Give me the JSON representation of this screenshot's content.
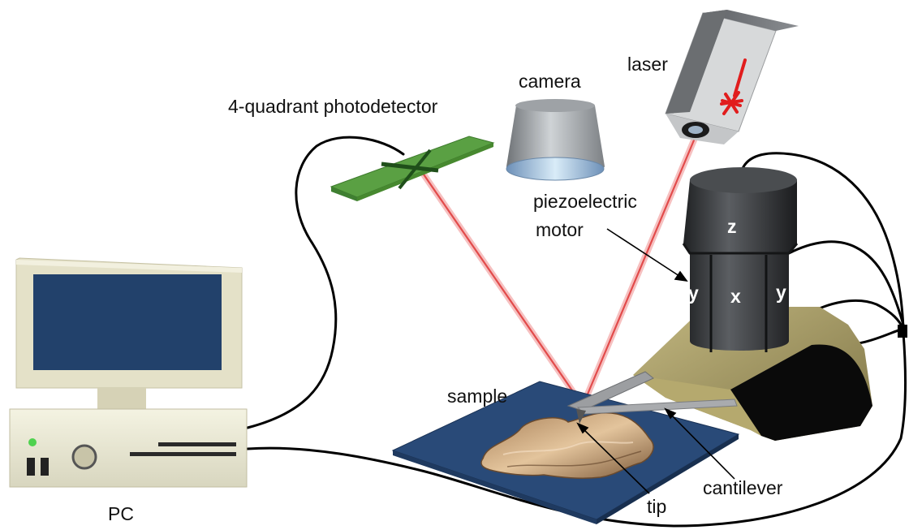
{
  "labels": {
    "laser": "laser",
    "camera": "camera",
    "photodetector": "4-quadrant photodetector",
    "piezo_line1": "piezoelectric",
    "piezo_line2": "motor",
    "sample": "sample",
    "tip": "tip",
    "cantilever": "cantilever",
    "pc": "PC"
  },
  "motor_axes": {
    "z": "z",
    "y_left": "y",
    "x": "x",
    "y_right": "y"
  },
  "icons": {
    "laser_star": "asterisk",
    "pc_led": "power-led"
  },
  "colors": {
    "laser_beam": "#ef8c8c",
    "laser_mark": "#e11d1d",
    "photodetector": "#5aa043",
    "sample_plate": "#294a78",
    "motor_body": "#3b3d40",
    "motor_base": "#9a8e58",
    "monitor_screen": "#22416b",
    "pc_case": "#ecebd8"
  }
}
